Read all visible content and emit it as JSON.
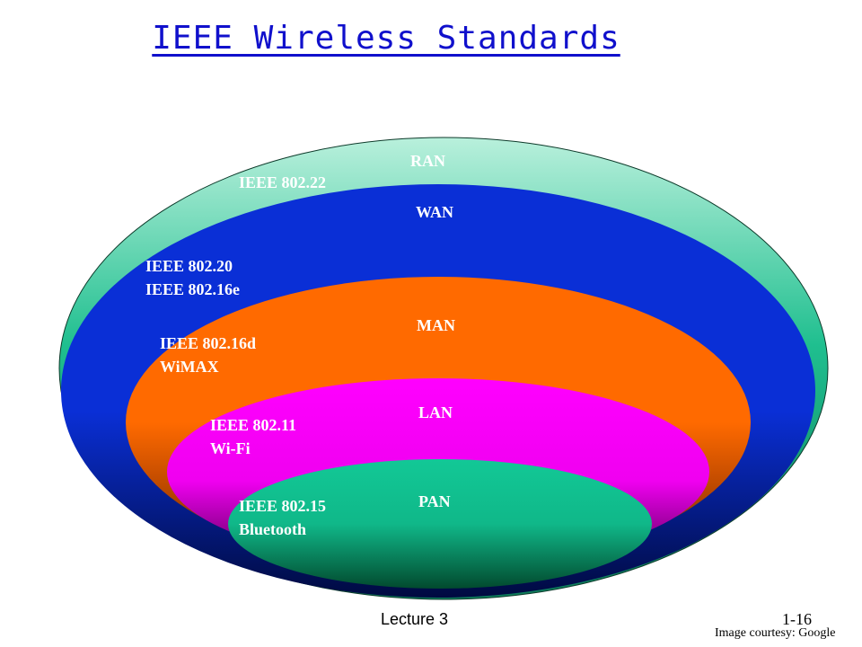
{
  "slide": {
    "title": "IEEE Wireless Standards",
    "footer": {
      "lecture": "Lecture 3",
      "page": "1-16",
      "credit": "Image courtesy: Google"
    }
  },
  "layers": [
    {
      "network": "RAN",
      "standards": [
        "IEEE 802.22"
      ],
      "color": "#1fbf8f"
    },
    {
      "network": "WAN",
      "standards": [
        "IEEE 802.20",
        "IEEE 802.16e"
      ],
      "color": "#0a2fd6"
    },
    {
      "network": "MAN",
      "standards": [
        "IEEE 802.16d",
        "WiMAX"
      ],
      "color": "#ff6a00"
    },
    {
      "network": "LAN",
      "standards": [
        "IEEE 802.11",
        "Wi-Fi"
      ],
      "color": "#ff00ff"
    },
    {
      "network": "PAN",
      "standards": [
        "IEEE 802.15",
        "Bluetooth"
      ],
      "color": "#12c896"
    }
  ]
}
